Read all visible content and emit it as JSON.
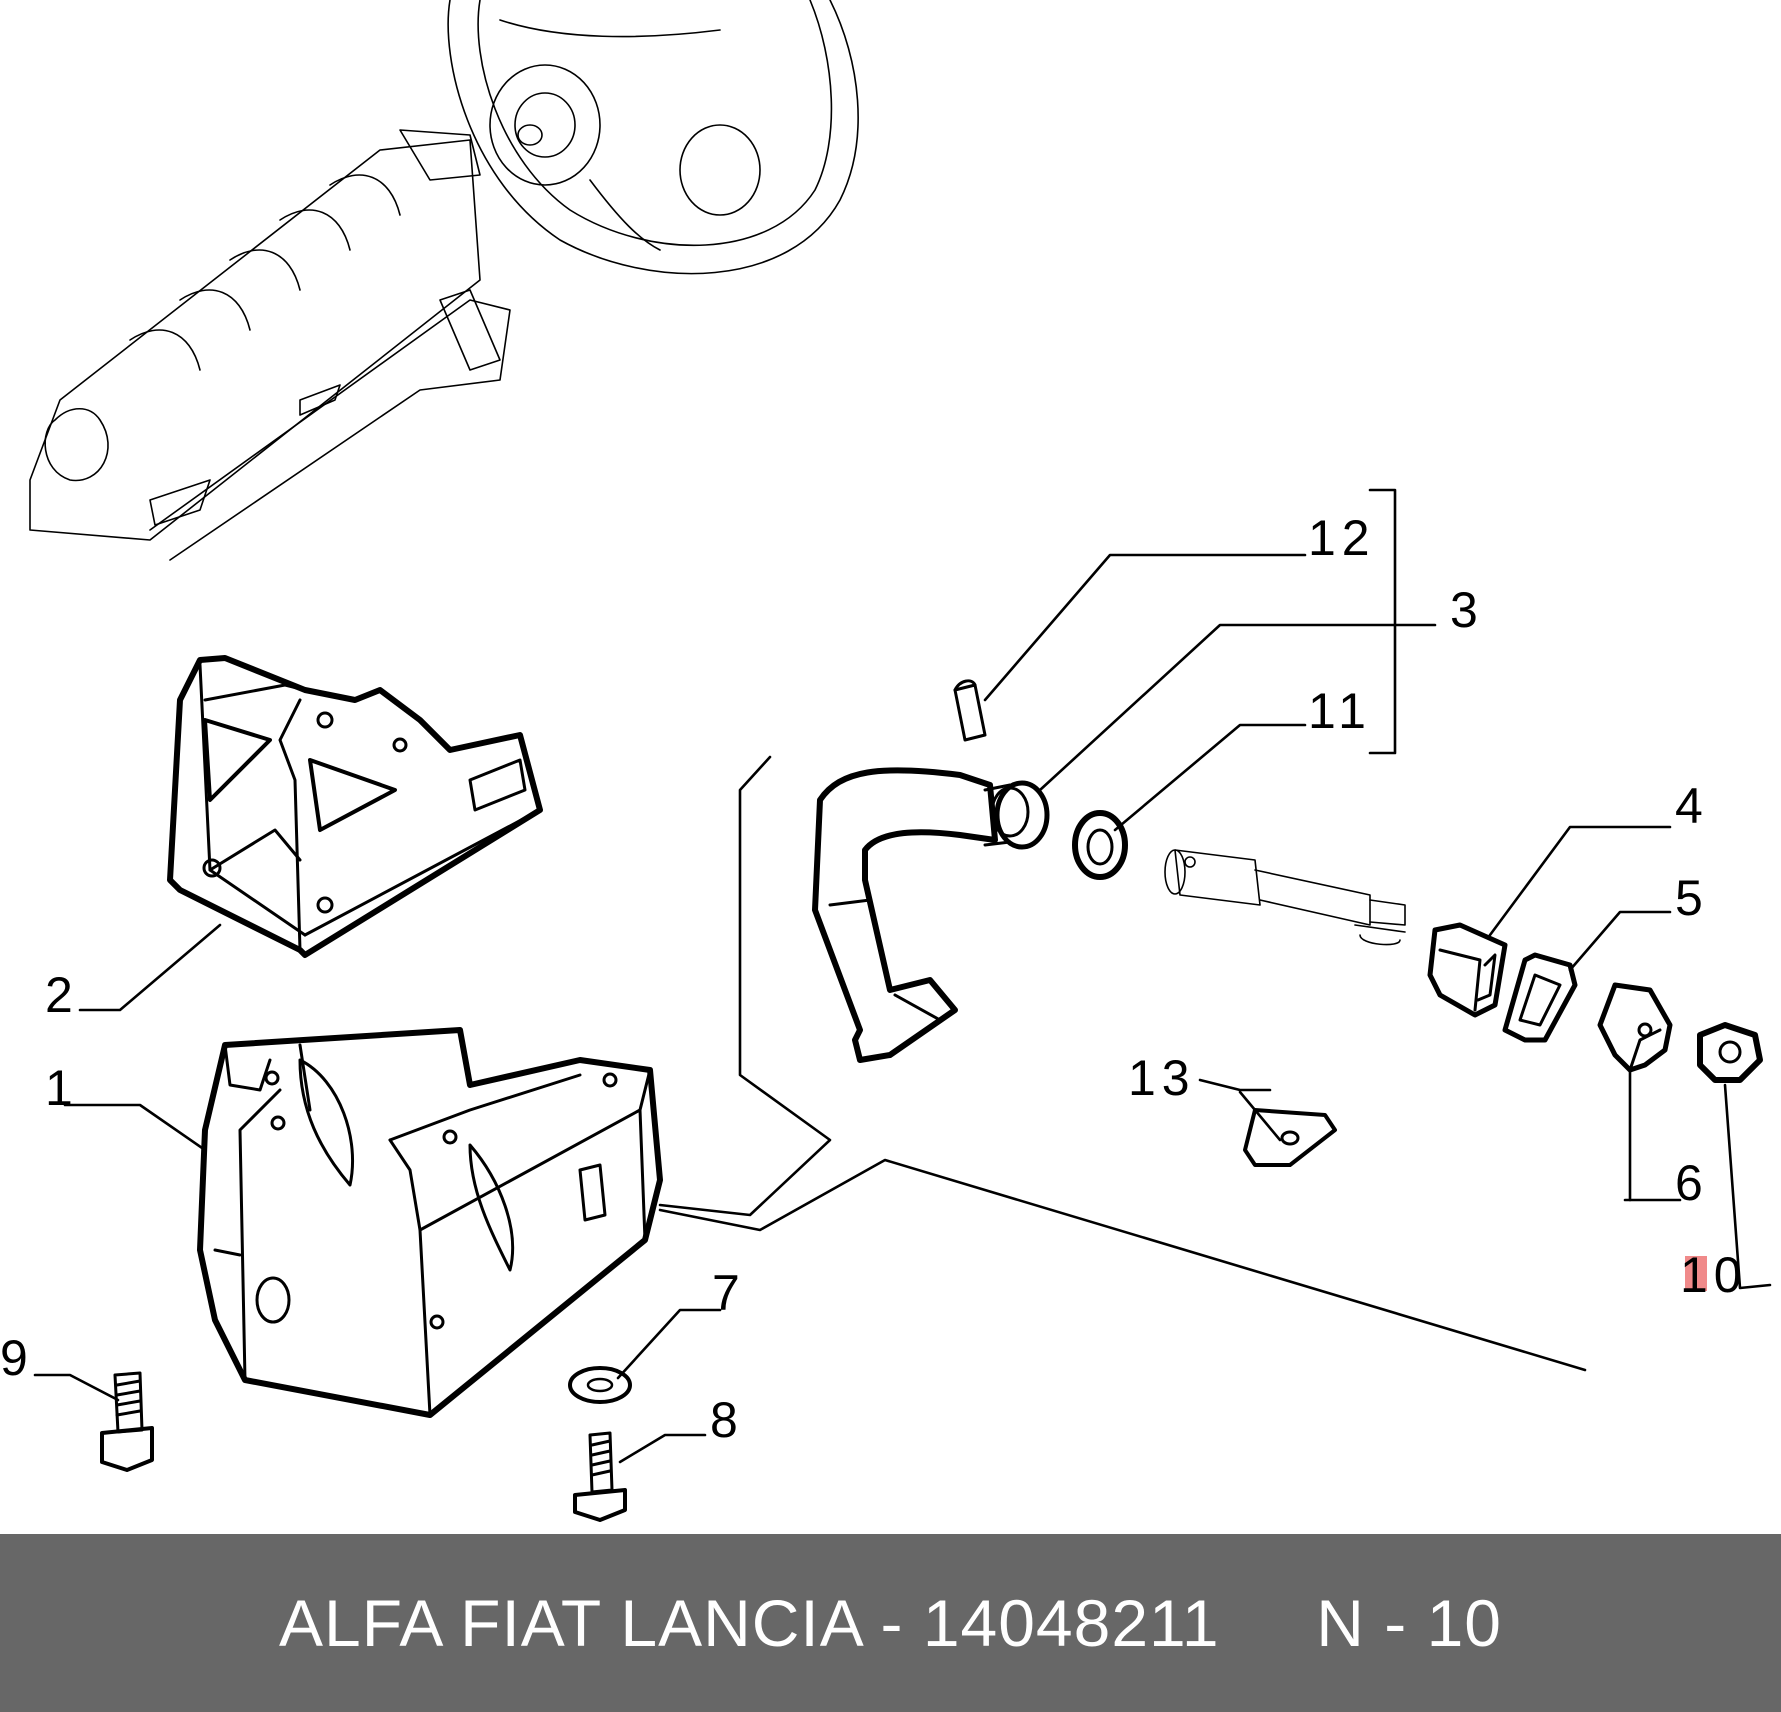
{
  "diagram": {
    "callouts": [
      {
        "id": "c1",
        "label": "1"
      },
      {
        "id": "c2",
        "label": "2"
      },
      {
        "id": "c3",
        "label": "3"
      },
      {
        "id": "c4",
        "label": "4"
      },
      {
        "id": "c5",
        "label": "5"
      },
      {
        "id": "c6",
        "label": "6"
      },
      {
        "id": "c7",
        "label": "7"
      },
      {
        "id": "c8",
        "label": "8"
      },
      {
        "id": "c9",
        "label": "9"
      },
      {
        "id": "c10",
        "label": "10"
      },
      {
        "id": "c11",
        "label": "11"
      },
      {
        "id": "c12",
        "label": "12"
      },
      {
        "id": "c13",
        "label": "13"
      }
    ],
    "highlight_color": "#f08a8a"
  },
  "footer": {
    "brands": "ALFA FIAT LANCIA",
    "separator": "-",
    "part_number": "14048211",
    "position_label": "N - 10",
    "background": "#676767",
    "text_color": "#ffffff"
  }
}
